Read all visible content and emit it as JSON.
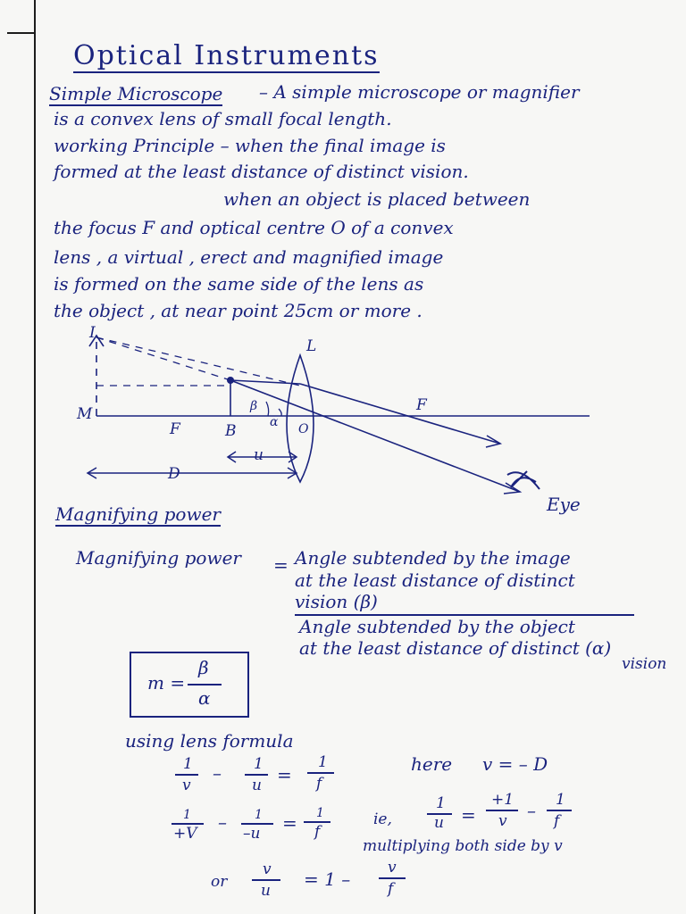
{
  "heading": {
    "title": "Optical Instruments"
  },
  "simple_microscope": {
    "label": "Simple Microscope",
    "def_line1": "– A simple microscope or magnifier",
    "def_line2": "is a convex lens of small focal length.",
    "principle_line1": "working Principle – when the final image is",
    "principle_line2": "formed at the least distance of distinct vision.",
    "para_line1": "when an object is placed between",
    "para_line2": "the focus F and optical centre O of a convex",
    "para_line3": "lens , a virtual , erect and magnified image",
    "para_line4": "is formed on the same side of the lens as",
    "para_line5": "the object , at near point 25cm or more ."
  },
  "diagram": {
    "label_I": "I",
    "label_L": "L",
    "label_M": "M",
    "label_F_left": "F",
    "label_B": "B",
    "label_O": "O",
    "label_F_right": "F",
    "label_beta": "β",
    "label_alpha": "α",
    "label_u": "u",
    "label_D": "D",
    "label_eye": "Eye"
  },
  "magnifying_power": {
    "heading": "Magnifying power",
    "lhs": "Magnifying power",
    "eq": "=",
    "num_line1": "Angle subtended by the image",
    "num_line2": "at the least distance of distinct",
    "num_line3": "vision (β)",
    "den_line1": "Angle subtended by the object",
    "den_line2": "at the least distance of distinct (α)",
    "den_line3": "vision",
    "box_m": "m =",
    "box_num": "β",
    "box_den": "α"
  },
  "lens_formula": {
    "intro": "using lens formula",
    "f1_a_num": "1",
    "f1_a_den": "v",
    "f1_minus": "–",
    "f1_b_num": "1",
    "f1_b_den": "u",
    "f1_eq": "=",
    "f1_c_num": "1",
    "f1_c_den": "f",
    "here": "here",
    "v_val": "v = – D",
    "f2_a_num": "1",
    "f2_a_den": "+V",
    "f2_minus": "–",
    "f2_b_num": "1",
    "f2_b_den": "–u",
    "f2_eq": "=",
    "f2_c_num": "1",
    "f2_c_den": "f",
    "ie": "ie,",
    "f3_a_num": "1",
    "f3_a_den": "u",
    "f3_eq": "=",
    "f3_b_num": "+1",
    "f3_b_den": "v",
    "f3_minus": "–",
    "f3_c_num": "1",
    "f3_c_den": "f",
    "multiply": "multiplying both side by v",
    "or": "or",
    "f4_a_num": "v",
    "f4_a_den": "u",
    "f4_eq": "= 1 –",
    "f4_b_num": "v",
    "f4_b_den": "f"
  }
}
